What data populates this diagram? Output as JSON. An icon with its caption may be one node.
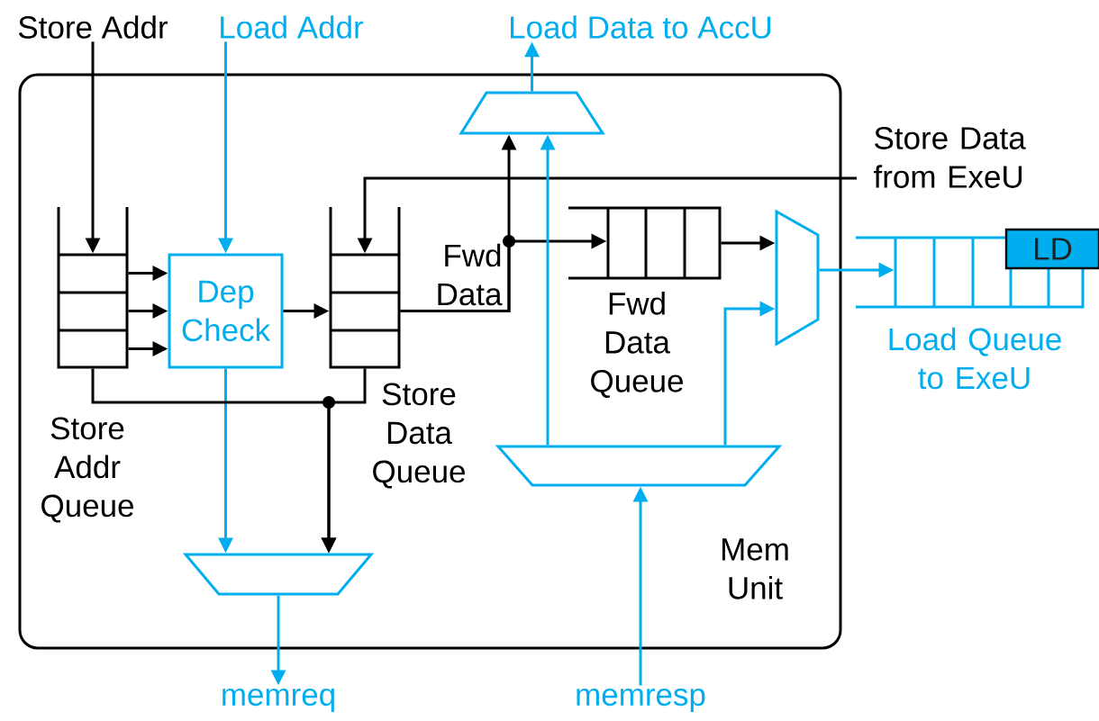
{
  "diagram": {
    "nodes": [
      {
        "text": [
          "Mem Unit"
        ]
      },
      {
        "text": [
          "Store Addr"
        ]
      },
      {
        "text": [
          "Load Addr"
        ]
      },
      {
        "text": [
          "Load Data to AccU"
        ]
      },
      {
        "text": [
          "Store Data from ExeU"
        ]
      },
      {
        "text": [
          "memreq"
        ]
      },
      {
        "text": [
          "memresp"
        ]
      },
      {
        "text": [],
        "shape": "box",
        "beside": [
          "Store Addr Queue"
        ],
        "in": 0
      },
      {
        "text": [
          "Dep Check"
        ],
        "in": 0
      },
      {
        "text": [],
        "shape": "box",
        "beside": [
          "Store Data Queue"
        ],
        "in": 0
      },
      {
        "text": [],
        "shape": "trapezoid",
        "in": 0
      },
      {
        "text": [],
        "shape": "box",
        "beside": [
          "Fwd Data Queue"
        ],
        "in": 0
      },
      {
        "text": [],
        "shape": "trapezoid",
        "in": 0
      },
      {
        "text": [],
        "shape": "box",
        "beside": [
          "Load Queue to ExeU"
        ]
      },
      {
        "text": [
          "LD"
        ]
      },
      {
        "text": [],
        "shape": "trapezoid",
        "in": 0
      },
      {
        "text": [],
        "shape": "trapezoid",
        "in": 0
      }
    ],
    "edges": [
      {
        "from": 1,
        "to": 7,
        "arrow": "to"
      },
      {
        "from": 2,
        "to": 8,
        "arrow": "to",
        "color": "#00aeef"
      },
      {
        "from": 7,
        "to": 8,
        "arrow": "to"
      },
      {
        "from": 7,
        "to": 8,
        "arrow": "to"
      },
      {
        "from": 7,
        "to": 8,
        "arrow": "to"
      },
      {
        "from": 8,
        "to": 9,
        "arrow": "to"
      },
      {
        "from": 8,
        "to": 15,
        "arrow": "to",
        "color": "#00aeef"
      },
      {
        "from": 7,
        "to": 15,
        "arrow": "to"
      },
      {
        "from": 9,
        "to": 15,
        "arrow": "to"
      },
      {
        "from": 4,
        "to": 9,
        "arrow": "to"
      },
      {
        "from": 9,
        "to": 10,
        "arrow": "to"
      },
      {
        "from": 9,
        "to": 11,
        "arrow": "to",
        "label": "Fwd Data"
      },
      {
        "from": 11,
        "to": 12,
        "arrow": "to"
      },
      {
        "from": 16,
        "to": 10,
        "arrow": "to",
        "color": "#00aeef"
      },
      {
        "from": 16,
        "to": 12,
        "arrow": "to",
        "color": "#00aeef"
      },
      {
        "from": 12,
        "to": 13,
        "arrow": "to",
        "color": "#00aeef"
      },
      {
        "from": 10,
        "to": 3,
        "arrow": "to",
        "color": "#00aeef"
      },
      {
        "from": 15,
        "to": 5,
        "arrow": "to",
        "color": "#00aeef"
      },
      {
        "from": 6,
        "to": 16,
        "arrow": "to",
        "color": "#00aeef"
      }
    ]
  }
}
